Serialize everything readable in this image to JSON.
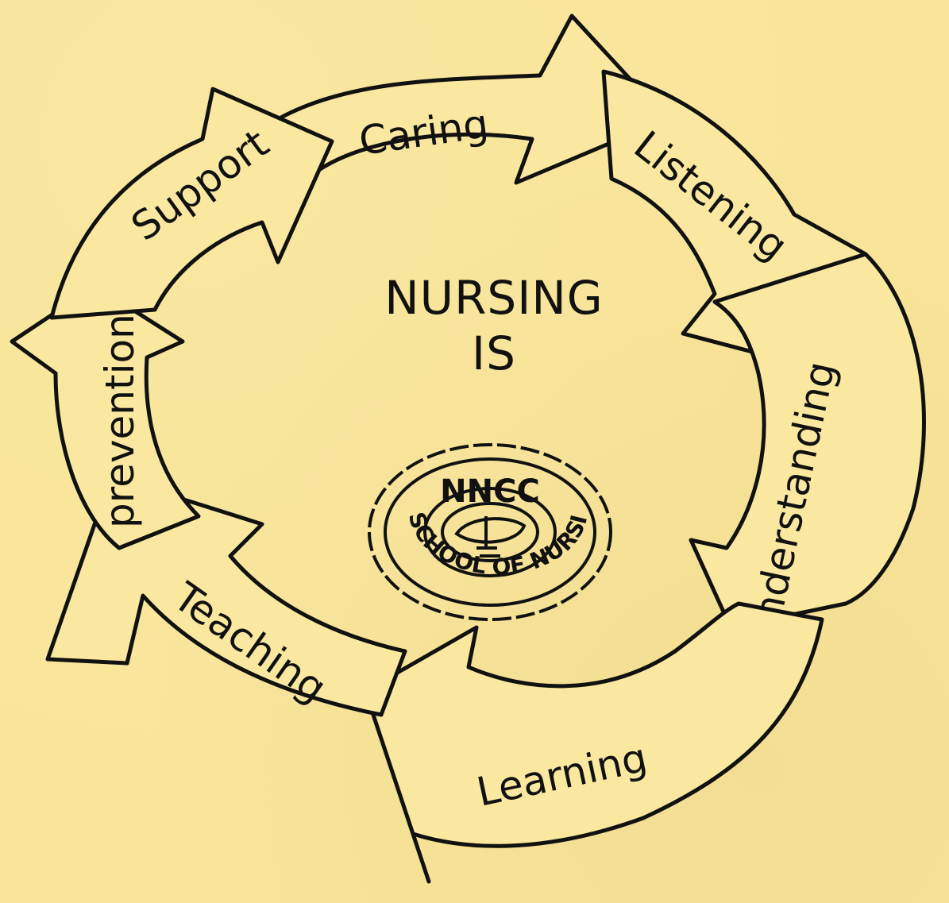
{
  "diagram": {
    "center_line1": "NURSING",
    "center_line2": "IS",
    "arrows": [
      {
        "label": "Caring"
      },
      {
        "label": "Listening"
      },
      {
        "label": "Understanding"
      },
      {
        "label": "Learning"
      },
      {
        "label": "Teaching"
      },
      {
        "label": "prevention"
      },
      {
        "label": "Support"
      }
    ],
    "seal": {
      "top_text": "NNCC",
      "ring_text": "SCHOOL OF NURSING"
    },
    "colors": {
      "background": "#f9e59a",
      "ink": "#111111"
    }
  }
}
